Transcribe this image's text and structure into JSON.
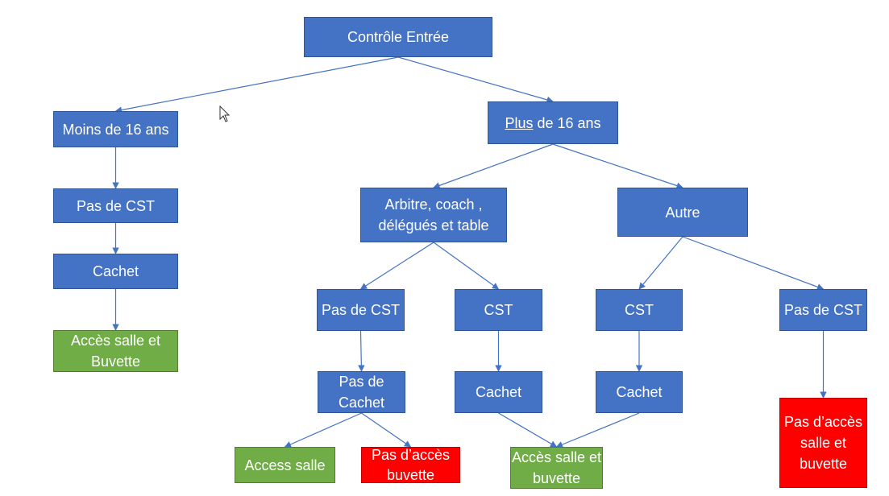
{
  "nodes": {
    "root": {
      "text": "Contrôle Entrée",
      "fill": "#4472c4"
    },
    "moins16": {
      "text": "Moins de 16 ans",
      "fill": "#4472c4"
    },
    "plus16": {
      "underlined": "Plus",
      "rest": " de 16 ans",
      "fill": "#4472c4"
    },
    "left_pas_cst": {
      "text": "Pas de CST",
      "fill": "#4472c4"
    },
    "left_cachet": {
      "text": "Cachet",
      "fill": "#4472c4"
    },
    "left_acces": {
      "text": "Accès salle et Buvette",
      "fill": "#70ad47"
    },
    "arbitre": {
      "text": "Arbitre, coach , délégués et table",
      "fill": "#4472c4"
    },
    "autre": {
      "text": "Autre",
      "fill": "#4472c4"
    },
    "arb_pas_cst": {
      "text": "Pas de CST",
      "fill": "#4472c4"
    },
    "arb_cst": {
      "text": "CST",
      "fill": "#4472c4"
    },
    "autre_cst": {
      "text": "CST",
      "fill": "#4472c4"
    },
    "autre_pas_cst": {
      "text": "Pas de CST",
      "fill": "#4472c4"
    },
    "pas_cachet": {
      "text": "Pas de Cachet",
      "fill": "#4472c4"
    },
    "arb_cachet": {
      "text": "Cachet",
      "fill": "#4472c4"
    },
    "autre_cachet": {
      "text": "Cachet",
      "fill": "#4472c4"
    },
    "access_salle": {
      "text": "Access salle",
      "fill": "#70ad47"
    },
    "pas_acces_buvette": {
      "text": "Pas d’accès buvette",
      "fill": "#ff0000"
    },
    "acces_salle_buvette": {
      "text": "Accès salle et buvette",
      "fill": "#70ad47"
    },
    "pas_acces_all": {
      "text": "Pas d’accès salle et buvette",
      "fill": "#ff0000"
    }
  },
  "edges": [
    [
      "root",
      "moins16"
    ],
    [
      "root",
      "plus16"
    ],
    [
      "moins16",
      "left_pas_cst"
    ],
    [
      "left_pas_cst",
      "left_cachet"
    ],
    [
      "left_cachet",
      "left_acces"
    ],
    [
      "plus16",
      "arbitre"
    ],
    [
      "plus16",
      "autre"
    ],
    [
      "arbitre",
      "arb_pas_cst"
    ],
    [
      "arbitre",
      "arb_cst"
    ],
    [
      "autre",
      "autre_cst"
    ],
    [
      "autre",
      "autre_pas_cst"
    ],
    [
      "arb_pas_cst",
      "pas_cachet"
    ],
    [
      "arb_cst",
      "arb_cachet"
    ],
    [
      "autre_cst",
      "autre_cachet"
    ],
    [
      "autre_pas_cst",
      "pas_acces_all"
    ],
    [
      "pas_cachet",
      "access_salle"
    ],
    [
      "pas_cachet",
      "pas_acces_buvette"
    ],
    [
      "arb_cachet",
      "acces_salle_buvette"
    ],
    [
      "autre_cachet",
      "acces_salle_buvette"
    ]
  ],
  "colors": {
    "connector": "#4472c4",
    "box_border": "#2f5597"
  }
}
